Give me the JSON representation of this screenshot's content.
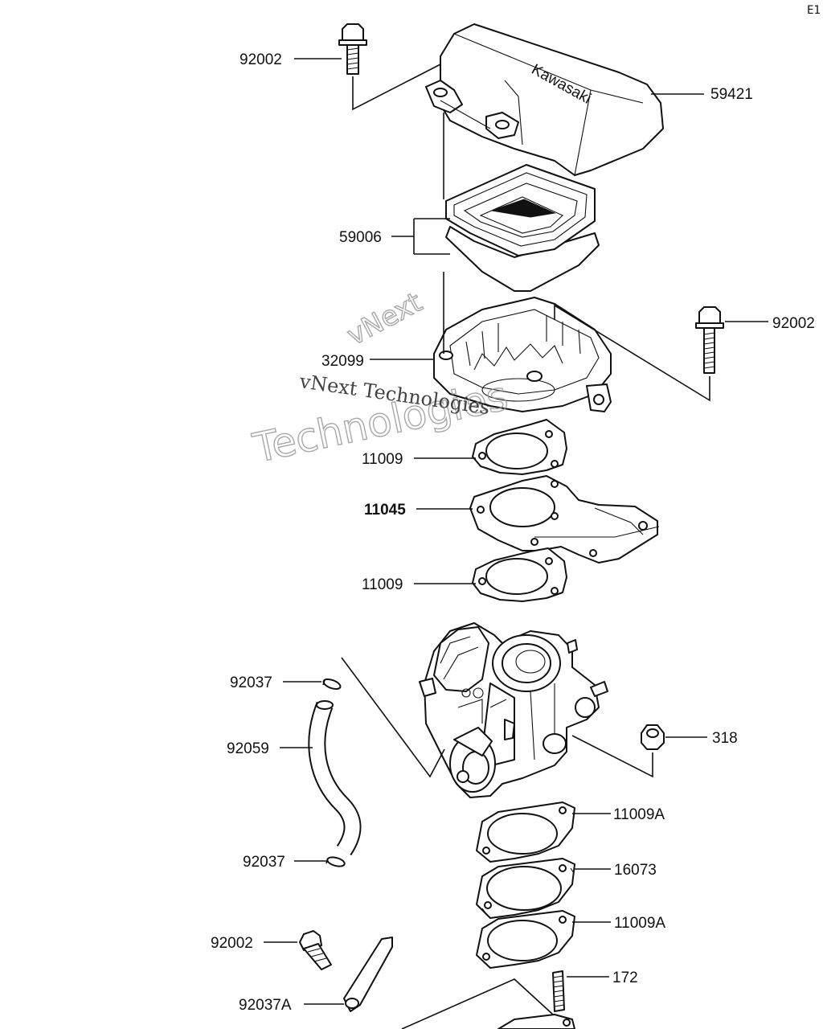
{
  "corner_text": "E1",
  "watermark": {
    "line1": "vNext Technologies",
    "line2": "Technologies",
    "line3": "vNext"
  },
  "cover_logo": "Kawasaki",
  "labels": {
    "bolt_top": "92002",
    "cover": "59421",
    "filter": "59006",
    "base": "32099",
    "bolt_right": "92002",
    "gasket_1": "11009",
    "plate": "11045",
    "gasket_2": "11009",
    "clip_upper": "92037",
    "hose": "92059",
    "nut": "318",
    "clip_lower": "92037",
    "gasket_3": "11009A",
    "spacer": "16073",
    "gasket_4": "11009A",
    "bolt_bottom": "92002",
    "stud": "172",
    "clamp": "92037A"
  }
}
